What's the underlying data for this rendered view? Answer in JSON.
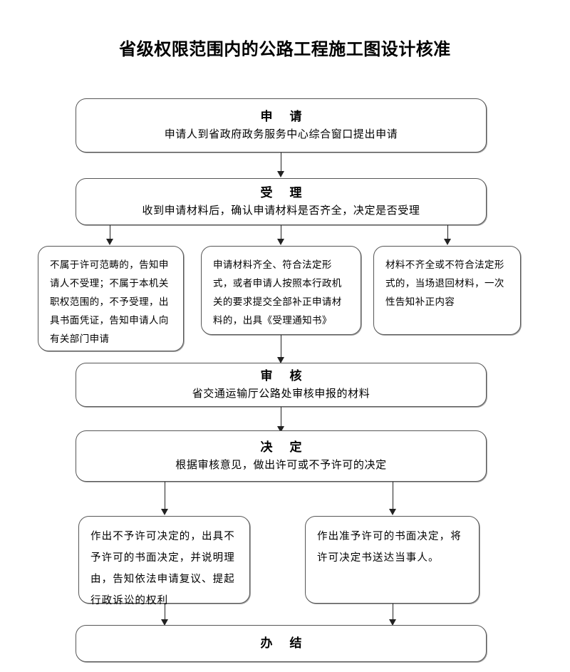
{
  "title": "省级权限范围内的公路工程施工图设计核准",
  "flow": {
    "apply": {
      "header": "申 请",
      "sub": "申请人到省政府政务服务中心综合窗口提出申请"
    },
    "accept": {
      "header": "受 理",
      "sub": "收到申请材料后，确认申请材料是否齐全，决定是否受理"
    },
    "branches": [
      {
        "name": "not-in-scope",
        "text": "不属于许可范畴的，告知申请人不受理；不属于本机关职权范围的，不予受理，出具书面凭证，告知申请人向有关部门申请"
      },
      {
        "name": "complete-materials",
        "text": "申请材料齐全、符合法定形式，或者申请人按照本行政机关的要求提交全部补正申请材料的，出具《受理通知书》"
      },
      {
        "name": "incomplete-materials",
        "text": "材料不齐全或不符合法定形式的，当场退回材料，一次性告知补正内容"
      }
    ],
    "review": {
      "header": "审 核",
      "sub": "省交通运输厅公路处审核申报的材料"
    },
    "decide": {
      "header": "决 定",
      "sub": "根据审核意见，做出许可或不予许可的决定"
    },
    "outcomes": [
      {
        "name": "denied",
        "text": "作出不予许可决定的，出具不予许可的书面决定，并说明理由，告知依法申请复议、提起行政诉讼的权利"
      },
      {
        "name": "approved",
        "text": "作出准予许可的书面决定，将许可决定书送达当事人。"
      }
    ],
    "finish": {
      "header": "办 结",
      "sub": ""
    }
  },
  "colors": {
    "border": "#565656",
    "connector": "#222222",
    "background": "#ffffff",
    "text": "#000000"
  }
}
